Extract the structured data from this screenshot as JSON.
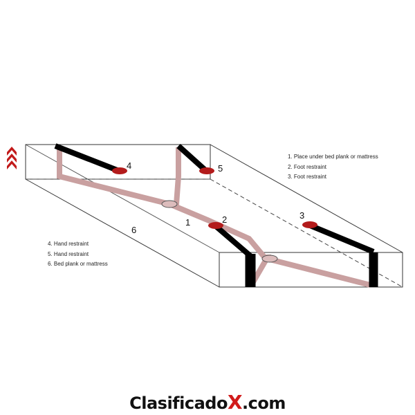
{
  "legend_right": [
    "1. Place under bed plank or mattress",
    "2. Foot restraint",
    "3. Foot restraint"
  ],
  "legend_left": [
    "4. Hand restraint",
    "5. Hand restraint",
    "6. Bed plank or mattress"
  ],
  "labels": {
    "n1": "1",
    "n2": "2",
    "n3": "3",
    "n4": "4",
    "n5": "5",
    "n6": "6"
  },
  "brand": {
    "before": "Clasificado",
    "x": "X",
    "after": ".com"
  },
  "colors": {
    "strap_main": "#000000",
    "strap_connector": "#c9a0a0",
    "cuff": "#b31b1b",
    "arrow": "#c21a1a"
  },
  "icons": {
    "direction": "triple-chevron-up-icon"
  }
}
